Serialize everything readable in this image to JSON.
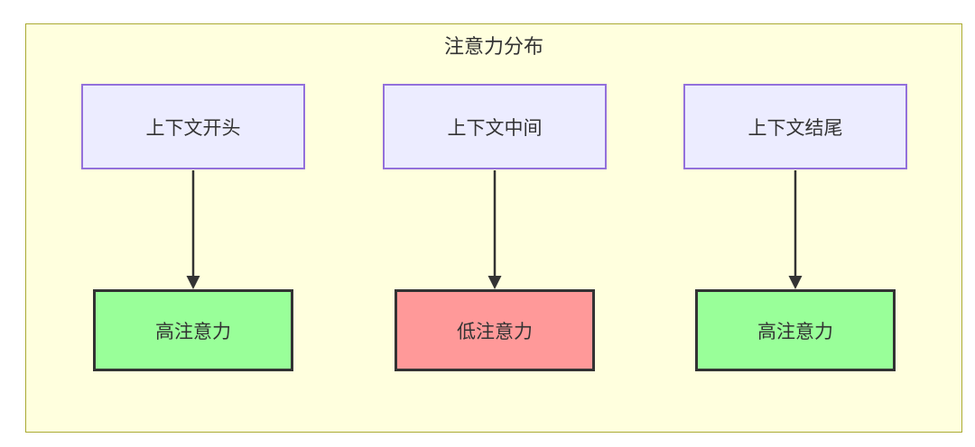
{
  "diagram": {
    "title": "注意力分布",
    "top_nodes": [
      {
        "label": "上下文开头"
      },
      {
        "label": "上下文中间"
      },
      {
        "label": "上下文结尾"
      }
    ],
    "bottom_nodes": [
      {
        "label": "高注意力",
        "level": "high"
      },
      {
        "label": "低注意力",
        "level": "low"
      },
      {
        "label": "高注意力",
        "level": "high"
      }
    ],
    "edges": [
      {
        "from": "上下文开头",
        "to": "高注意力"
      },
      {
        "from": "上下文中间",
        "to": "低注意力"
      },
      {
        "from": "上下文结尾",
        "to": "高注意力"
      }
    ],
    "colors": {
      "container_fill": "#ffffde",
      "container_border": "#aaaa33",
      "context_node_fill": "#ececff",
      "context_node_border": "#9370db",
      "high_attention_fill": "#99ff99",
      "low_attention_fill": "#ff9999",
      "attention_node_border": "#333333",
      "arrow": "#333333",
      "text": "#333333"
    }
  }
}
